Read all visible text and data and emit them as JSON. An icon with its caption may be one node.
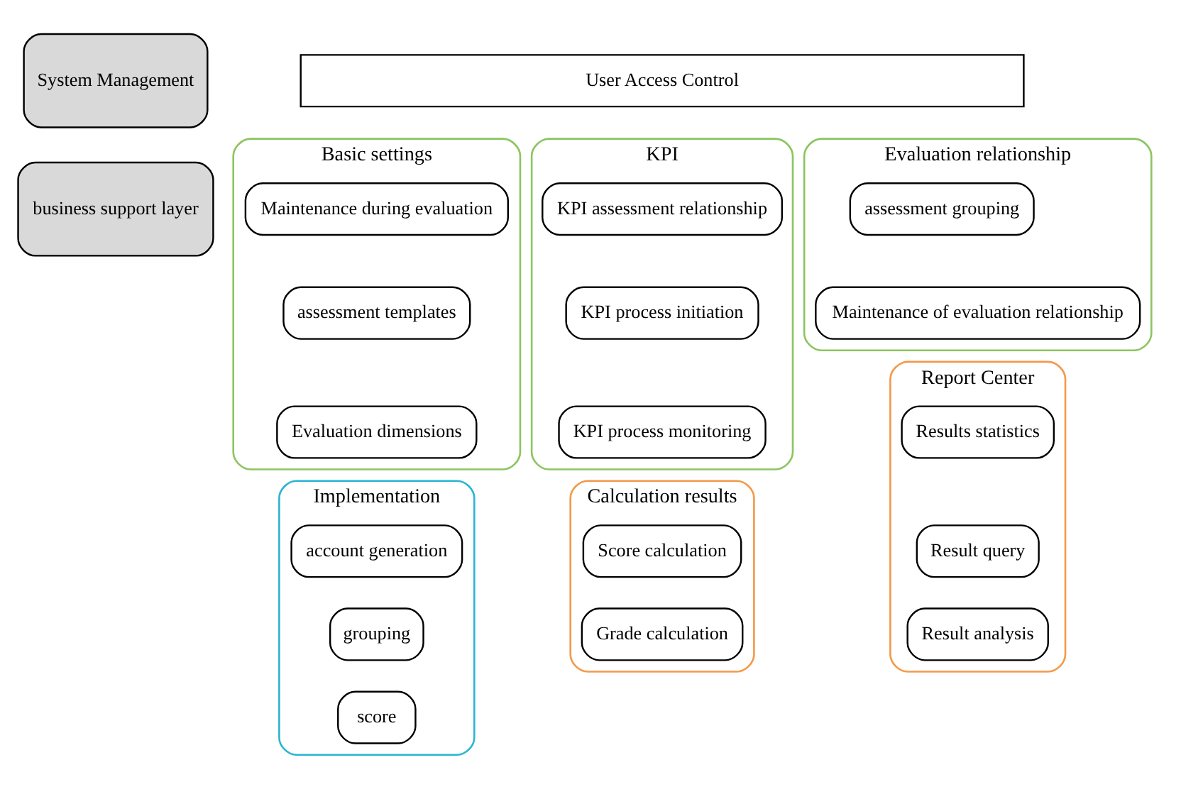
{
  "diagram": {
    "nodes": [
      {
        "text": [
          "System Management"
        ]
      },
      {
        "text": [
          "business support layer"
        ]
      },
      {
        "text": [
          "User Access Control"
        ]
      },
      {
        "text": [
          "Basic settings"
        ]
      },
      {
        "text": [
          "Maintenance during evaluation"
        ],
        "in": 3
      },
      {
        "text": [
          "assessment templates"
        ],
        "in": 3
      },
      {
        "text": [
          "Evaluation dimensions"
        ],
        "in": 3
      },
      {
        "text": [
          "KPI"
        ]
      },
      {
        "text": [
          "KPI assessment relationship"
        ],
        "in": 7
      },
      {
        "text": [
          "KPI process initiation"
        ],
        "in": 7
      },
      {
        "text": [
          "KPI process monitoring"
        ],
        "in": 7
      },
      {
        "text": [
          "Evaluation relationship"
        ]
      },
      {
        "text": [
          "assessment grouping"
        ],
        "in": 11
      },
      {
        "text": [
          "Maintenance of evaluation relationship"
        ],
        "in": 11
      },
      {
        "text": [
          "Implementation"
        ]
      },
      {
        "text": [
          "account generation"
        ],
        "in": 14
      },
      {
        "text": [
          "grouping"
        ],
        "in": 14
      },
      {
        "text": [
          "score"
        ],
        "in": 14
      },
      {
        "text": [
          "Calculation results"
        ]
      },
      {
        "text": [
          "Score calculation"
        ],
        "in": 18
      },
      {
        "text": [
          "Grade calculation"
        ],
        "in": 18
      },
      {
        "text": [
          "Report Center"
        ]
      },
      {
        "text": [
          "Results statistics"
        ],
        "in": 21
      },
      {
        "text": [
          "Result query"
        ],
        "in": 21
      },
      {
        "text": [
          "Result analysis"
        ],
        "in": 21
      }
    ],
    "edges": []
  }
}
